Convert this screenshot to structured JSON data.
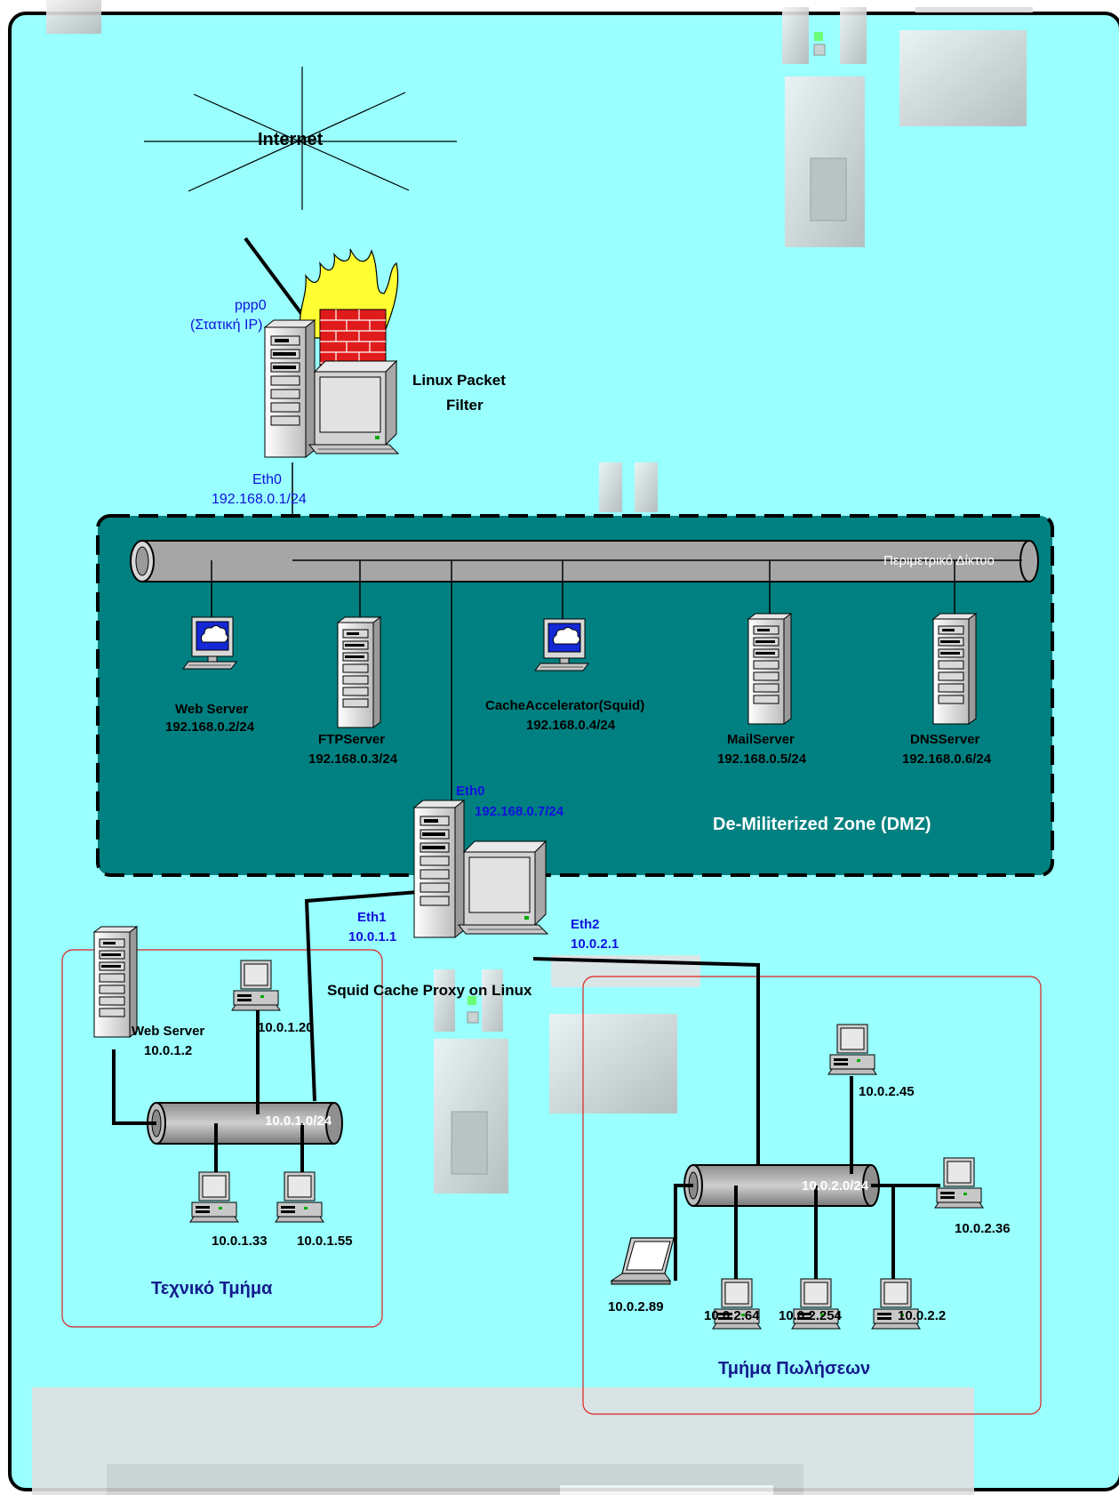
{
  "internet": {
    "label": "Internet"
  },
  "firewall": {
    "name_line1": "Linux Packet",
    "name_line2": "Filter",
    "ppp0": "ppp0",
    "ppp0_note": "(Στατική  IP)",
    "eth0": "Eth0",
    "eth0_ip": "192.168.0.1/24"
  },
  "dmz": {
    "backbone_label": "Περιμετρικό   Δίκτυο",
    "zone_label": "De-Militerized  Zone  (DMZ)",
    "nodes": [
      {
        "name": "Web Server",
        "ip": "192.168.0.2/24",
        "icon": "monitor-icon"
      },
      {
        "name": "FTPServer",
        "ip": "192.168.0.3/24",
        "icon": "tower-server-icon"
      },
      {
        "name": "CacheAccelerator(Squid)",
        "ip": "192.168.0.4/24",
        "icon": "monitor-icon"
      },
      {
        "name": "MailServer",
        "ip": "192.168.0.5/24",
        "icon": "tower-server-icon"
      },
      {
        "name": "DNSServer",
        "ip": "192.168.0.6/24",
        "icon": "tower-server-icon"
      }
    ]
  },
  "proxy": {
    "name": "Squid Cache Proxy on Linux",
    "eth0": "Eth0",
    "eth0_ip": "192.168.0.7/24",
    "eth1": "Eth1",
    "eth1_ip": "10.0.1.1",
    "eth2": "Eth2",
    "eth2_ip": "10.0.2.1"
  },
  "tech_dept": {
    "title": "Τεχνικό  Τμήμα",
    "subnet": "10.0.1.0/24",
    "server_name": "Web Server",
    "server_ip": "10.0.1.2",
    "hosts": [
      "10.0.1.20",
      "10.0.1.33",
      "10.0.1.55"
    ]
  },
  "sales_dept": {
    "title": "Τμήμα  Πωλήσεων",
    "subnet": "10.0.2.0/24",
    "hosts": [
      "10.0.2.45",
      "10.0.2.36",
      "10.0.2.89",
      "10.0.2.64",
      "10.0.2.254",
      "10.0.2.2"
    ]
  },
  "colors": {
    "canvas": "#99ffff",
    "dmz_zone": "#008080",
    "backbone": "#a6a6a6",
    "dept_border": "#dd2222",
    "eth_label": "#1111dd",
    "dept_title": "#141a8c"
  }
}
